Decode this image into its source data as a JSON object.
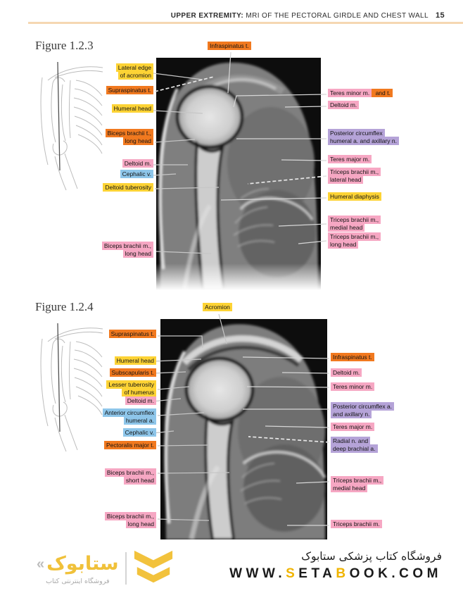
{
  "palette": {
    "orange": "#f1791f",
    "yellow": "#fdd335",
    "pink": "#f6a7c3",
    "blue": "#8ec6ea",
    "purple": "#b5a3d8",
    "header_rule": "#f5d7b2",
    "brand_yellow": "#f0c13a",
    "url_gold": "#f0b400"
  },
  "header": {
    "title_bold": "UPPER EXTREMITY:",
    "title_rest": " MRI OF THE PECTORAL GIRDLE AND CHEST WALL",
    "page_number": "15"
  },
  "figure1": {
    "title": "Figure 1.2.3",
    "top_label": {
      "text": "Infraspinatus t.",
      "color": "orange"
    },
    "left_labels": [
      {
        "text": "Lateral edge\nof acromion",
        "color": "yellow"
      },
      {
        "text": "Supraspinatus t.",
        "color": "orange"
      },
      {
        "text": "Humeral head",
        "color": "yellow"
      },
      {
        "text": "Biceps brachii t.,\nlong head",
        "color": "orange"
      },
      {
        "text": "Deltoid m.",
        "color": "pink"
      },
      {
        "text": "Cephalic v.",
        "color": "blue"
      },
      {
        "text": "Deltoid tuberosity",
        "color": "yellow"
      },
      {
        "text": "Biceps brachii m.,\nlong head",
        "color": "pink"
      }
    ],
    "right_labels": [
      {
        "text": "Teres minor m.",
        "text2": " and t.",
        "color": "pink",
        "color2": "orange"
      },
      {
        "text": "Deltoid m.",
        "color": "pink"
      },
      {
        "text": "Posterior circumflex\nhumeral a. and axillary n.",
        "color": "purple"
      },
      {
        "text": "Teres major m.",
        "color": "pink"
      },
      {
        "text": "Triceps brachii m.,\nlateral head",
        "color": "pink"
      },
      {
        "text": "Humeral diaphysis",
        "color": "yellow"
      },
      {
        "text": "Triceps brachii m.,\nmedial head",
        "color": "pink"
      },
      {
        "text": "Triceps brachii m.,\nlong head",
        "color": "pink"
      }
    ]
  },
  "figure2": {
    "title": "Figure 1.2.4",
    "top_label": {
      "text": "Acromion",
      "color": "yellow"
    },
    "left_labels": [
      {
        "text": "Supraspinatus t.",
        "color": "orange"
      },
      {
        "text": "Humeral head",
        "color": "yellow"
      },
      {
        "text": "Subscapularis t.",
        "color": "orange"
      },
      {
        "text": "Lesser tuberosity\nof humerus",
        "color": "yellow"
      },
      {
        "text": "Deltoid m.",
        "color": "pink"
      },
      {
        "text": "Anterior circumflex\nhumeral a.",
        "color": "blue"
      },
      {
        "text": "Cephalic v.",
        "color": "blue"
      },
      {
        "text": "Pectoralis major t.",
        "color": "orange"
      },
      {
        "text": "Biceps brachii m.,\nshort head",
        "color": "pink"
      },
      {
        "text": "Biceps brachii m.,\nlong head",
        "color": "pink"
      }
    ],
    "right_labels": [
      {
        "text": "Infraspinatus t.",
        "color": "orange"
      },
      {
        "text": "Deltoid m.",
        "color": "pink"
      },
      {
        "text": "Teres minor m.",
        "color": "pink"
      },
      {
        "text": "Posterior circumflex a.\nand axillary n.",
        "color": "purple"
      },
      {
        "text": "Teres major m.",
        "color": "pink"
      },
      {
        "text": "Radial n. and\ndeep brachial a.",
        "color": "purple"
      },
      {
        "text": "Triceps brachii m.,\nmedial head",
        "color": "pink"
      },
      {
        "text": "Triceps brachii m.",
        "color": "pink"
      }
    ]
  },
  "footer": {
    "brand_mark": "«",
    "brand_wordmark": "ستابوک",
    "brand_tagline": "فروشگاه اینترنتی کتاب",
    "store_title": "فروشگاه کتاب پزشکی ستابوک",
    "url_parts": [
      {
        "t": "WWW."
      },
      {
        "t": "S"
      },
      {
        "t": "ETA"
      },
      {
        "t": "B"
      },
      {
        "t": "OOK.COM"
      }
    ]
  }
}
